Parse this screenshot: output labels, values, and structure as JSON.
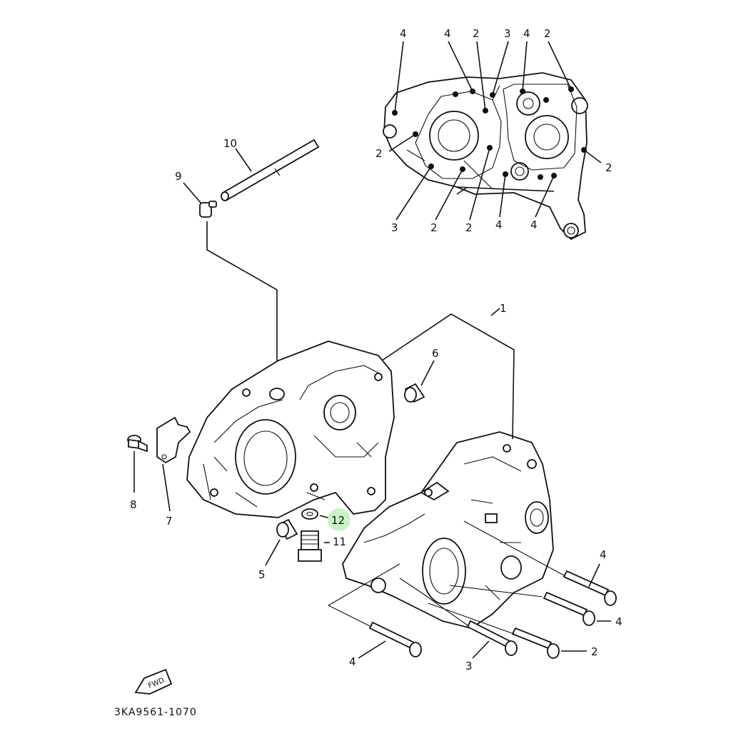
{
  "callouts": {
    "top_4a": "4",
    "top_4b": "4",
    "top_2a": "2",
    "top_3a": "3",
    "top_4c": "4",
    "top_2b": "2",
    "top_2c": "2",
    "top_2d": "2",
    "top_3b": "3",
    "top_2e": "2",
    "top_2f": "2",
    "top_4d": "4",
    "top_4e": "4",
    "p10": "10",
    "p9": "9",
    "p1": "1",
    "p6": "6",
    "p8": "8",
    "p7": "7",
    "p12": "12",
    "p11": "11",
    "p5": "5",
    "r_4a": "4",
    "r_4b": "4",
    "r_2": "2",
    "r_3": "3",
    "r_4c": "4"
  },
  "highlight_color": "#c9f2c7",
  "fwd_label": "FWD",
  "diagram_code": "3KA9561-1070"
}
